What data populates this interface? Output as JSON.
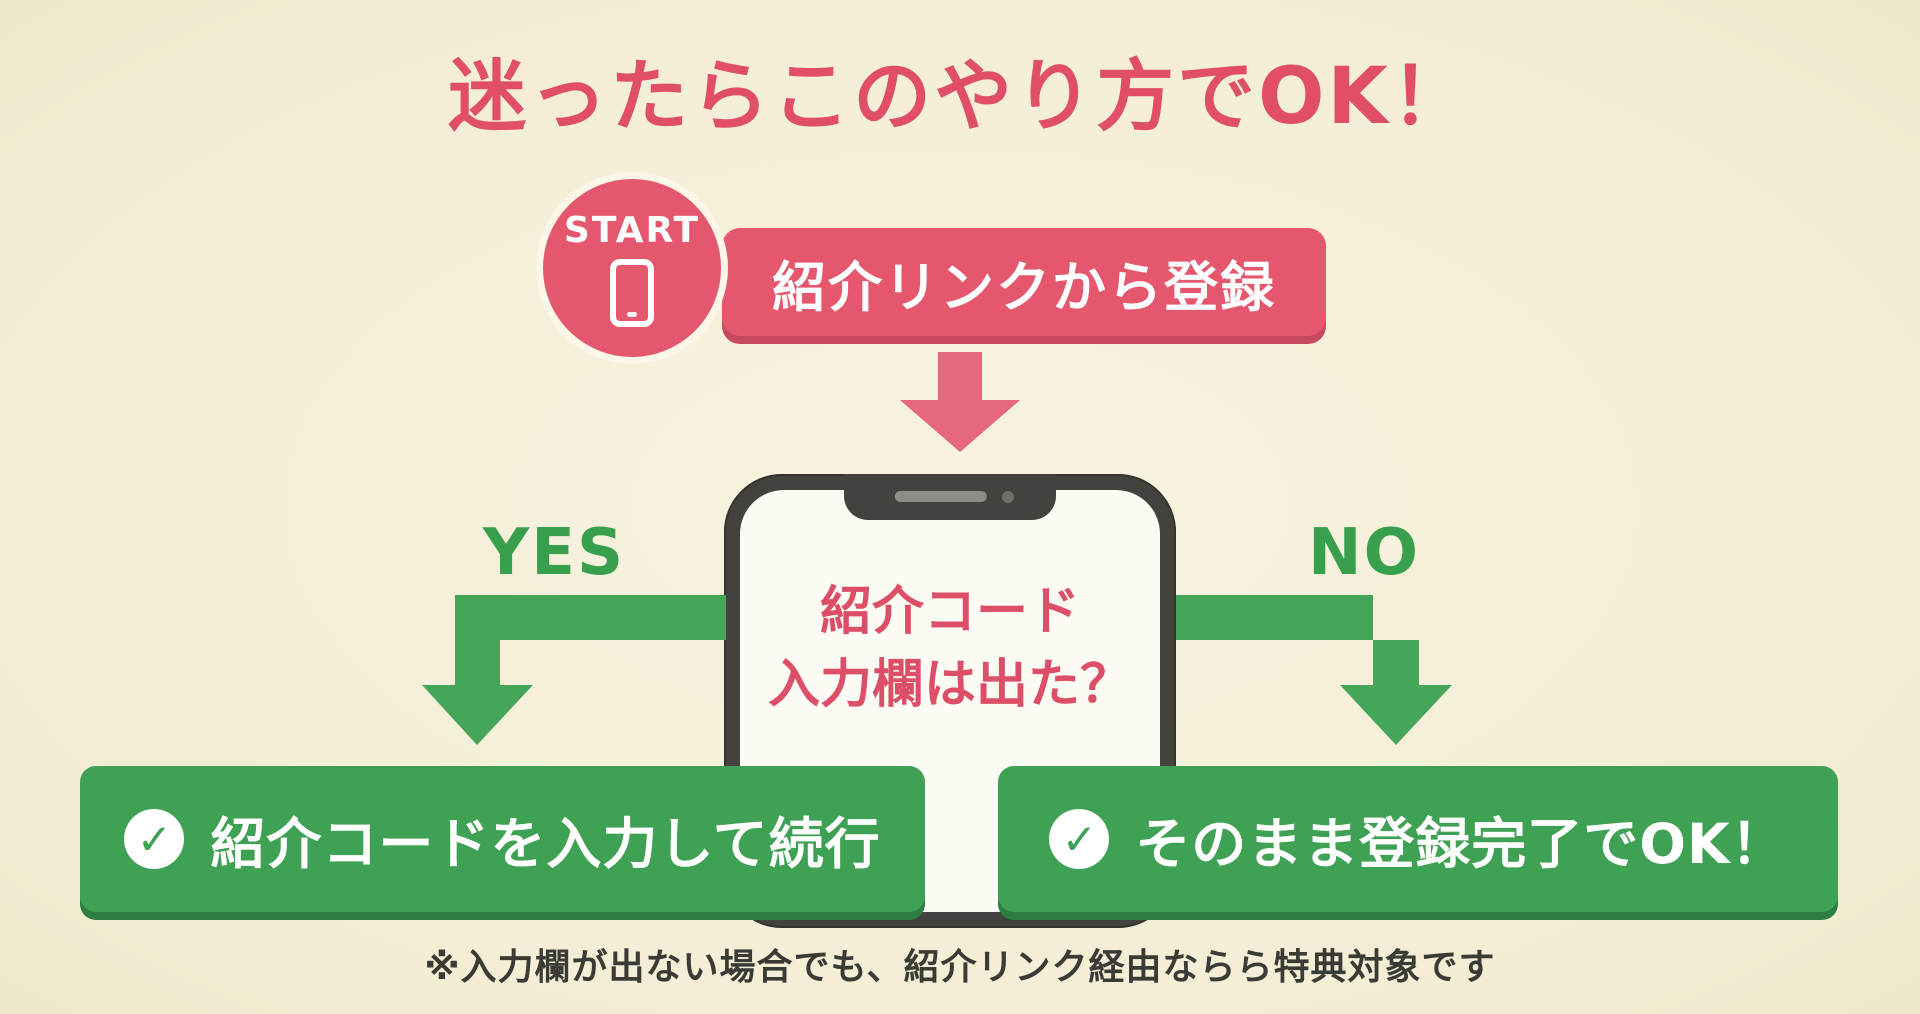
{
  "colors": {
    "background": "#f6f1dc",
    "pink": "#e4576d",
    "pink_dark": "#c7485f",
    "green": "#3fa154",
    "green_dark": "#2e7e41",
    "phone_frame": "#43423e",
    "text_dark": "#3b3b36",
    "white": "#ffffff"
  },
  "title": "迷ったらこのやり方でOK！",
  "flow": {
    "start_badge": "START",
    "start_step": "紹介リンクから登録",
    "question_line1": "紹介コード",
    "question_line2": "入力欄は出た？",
    "branch_yes": "YES",
    "branch_no": "NO",
    "outcome_yes": "紹介コードを入力して続行",
    "outcome_no": "そのまま登録完了でOK！",
    "footnote": "※入力欄が出ない場合でも、紹介リンク経由ならら特典対象です"
  },
  "icons": {
    "check_glyph": "✓"
  }
}
